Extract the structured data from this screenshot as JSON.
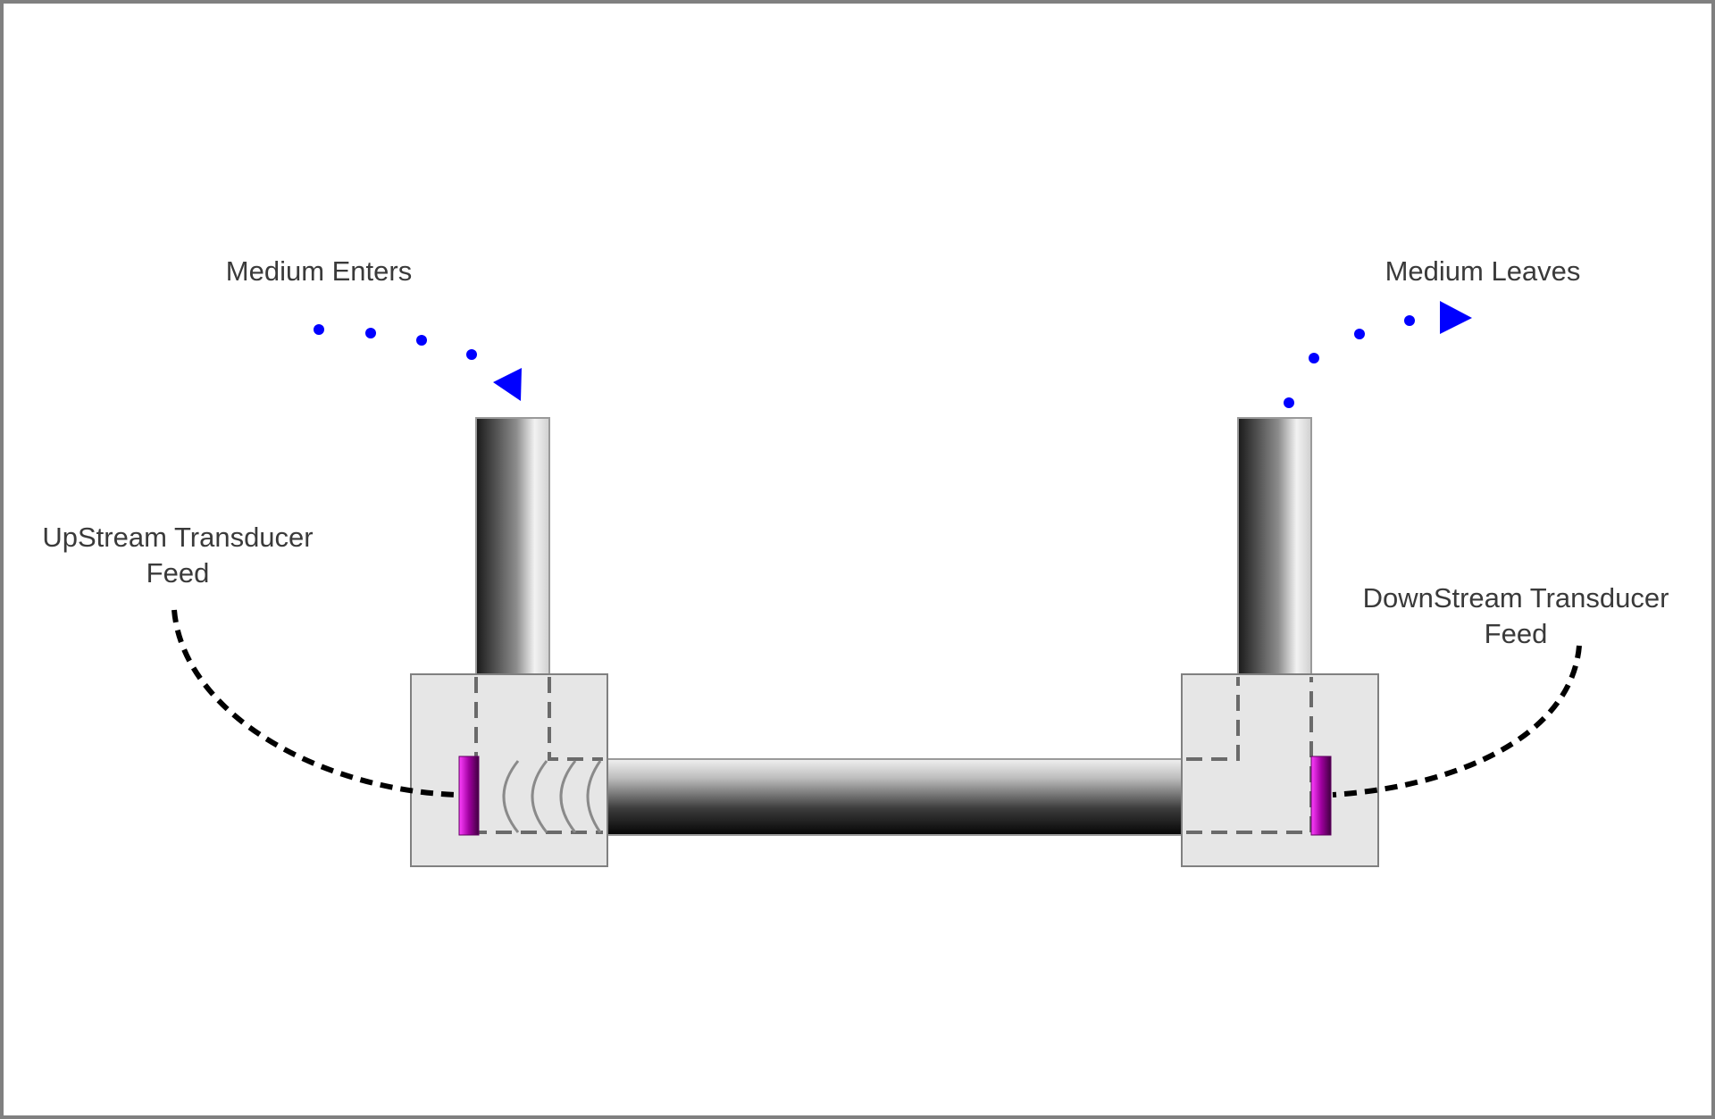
{
  "labels": {
    "medium_enters": "Medium Enters",
    "medium_leaves": "Medium Leaves",
    "upstream_feed_line1": "UpStream Transducer",
    "upstream_feed_line2": "Feed",
    "downstream_feed_line1": "DownStream Transducer",
    "downstream_feed_line2": "Feed"
  },
  "colors": {
    "flow_arrow": "#0000ff",
    "feed_line": "#000000",
    "transducer": "#c000c0",
    "block_fill": "#e6e6e6",
    "block_stroke": "#808080",
    "frame": "#808080"
  }
}
